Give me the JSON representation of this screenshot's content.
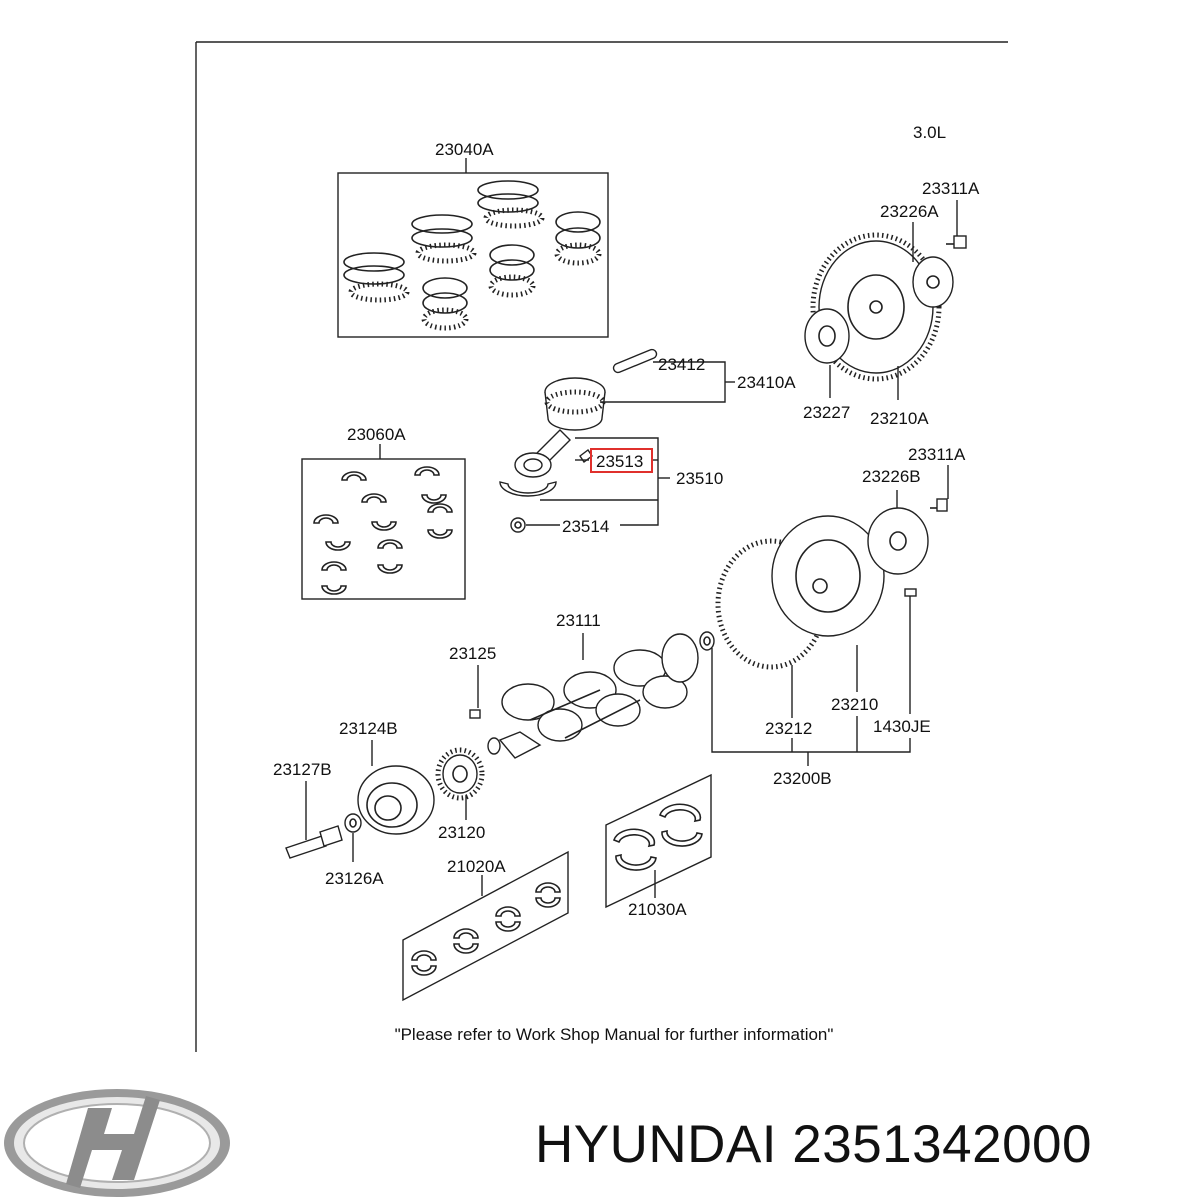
{
  "engine": "3.0L",
  "parts": [
    {
      "id": "p-23040A",
      "number": "23040A"
    },
    {
      "id": "p-23311A-top",
      "number": "23311A"
    },
    {
      "id": "p-23226A",
      "number": "23226A"
    },
    {
      "id": "p-23412",
      "number": "23412"
    },
    {
      "id": "p-23410A",
      "number": "23410A"
    },
    {
      "id": "p-23227",
      "number": "23227"
    },
    {
      "id": "p-23210A",
      "number": "23210A"
    },
    {
      "id": "p-23060A",
      "number": "23060A"
    },
    {
      "id": "p-23513",
      "number": "23513",
      "highlighted": true
    },
    {
      "id": "p-23510",
      "number": "23510"
    },
    {
      "id": "p-23514",
      "number": "23514"
    },
    {
      "id": "p-23311A-mid",
      "number": "23311A"
    },
    {
      "id": "p-23226B",
      "number": "23226B"
    },
    {
      "id": "p-23111",
      "number": "23111"
    },
    {
      "id": "p-23125",
      "number": "23125"
    },
    {
      "id": "p-23210",
      "number": "23210"
    },
    {
      "id": "p-1430JE",
      "number": "1430JE"
    },
    {
      "id": "p-23212",
      "number": "23212"
    },
    {
      "id": "p-23124B",
      "number": "23124B"
    },
    {
      "id": "p-23200B",
      "number": "23200B"
    },
    {
      "id": "p-23127B",
      "number": "23127B"
    },
    {
      "id": "p-23120",
      "number": "23120"
    },
    {
      "id": "p-21020A",
      "number": "21020A"
    },
    {
      "id": "p-23126A",
      "number": "23126A"
    },
    {
      "id": "p-21030A",
      "number": "21030A"
    }
  ],
  "highlight_color": "#e0302c",
  "footnote": "\"Please refer to Work Shop Manual for further information\"",
  "logo": {
    "icon": "hyundai-logo-icon"
  },
  "brand_label": "HYUNDAI 2351342000"
}
